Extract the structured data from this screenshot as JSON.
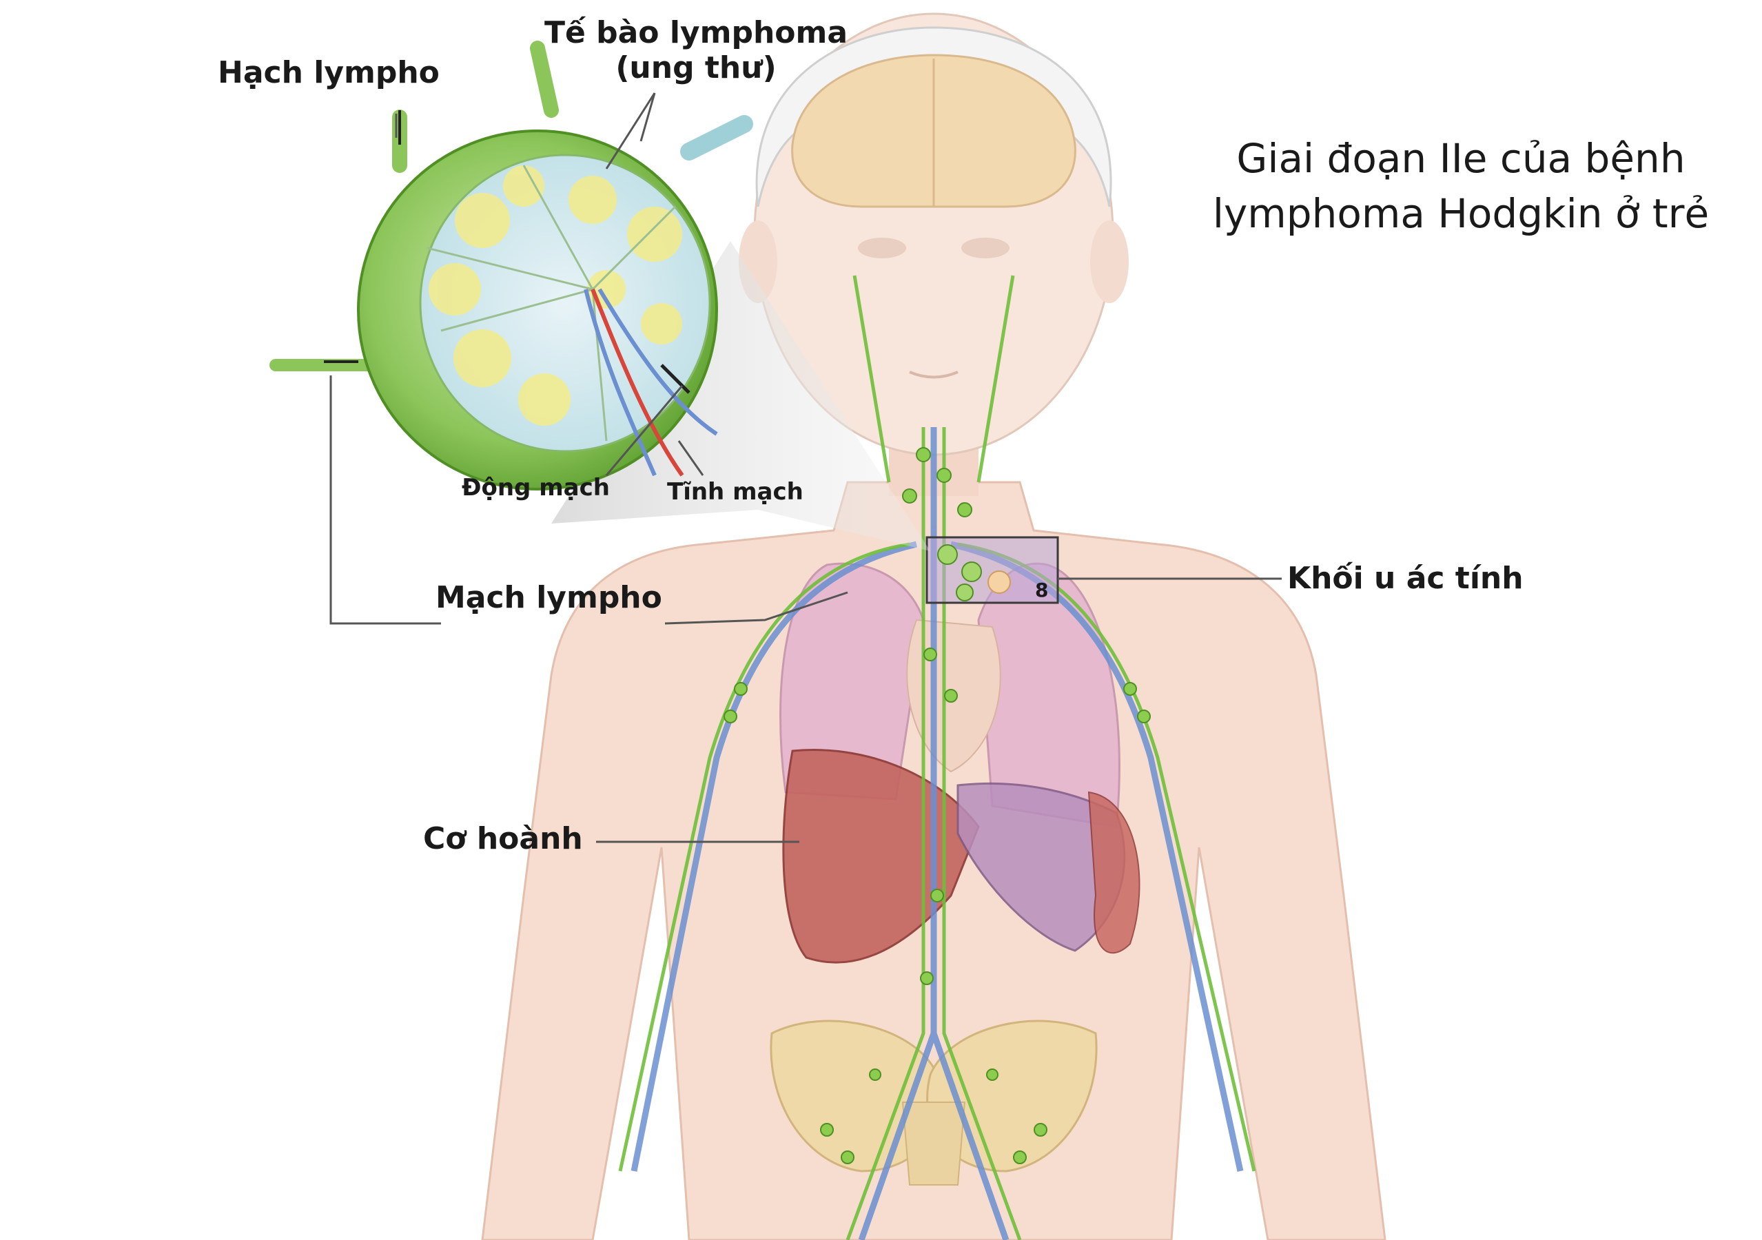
{
  "title": {
    "line1": "Giai đoạn IIe của bệnh",
    "line2": "lymphoma Hodgkin ở trẻ"
  },
  "labels": {
    "lymph_node": "Hạch lympho",
    "lymphoma_cells_line1": "Tế bào lymphoma",
    "lymphoma_cells_line2": "(ung thư)",
    "artery": "Động mạch",
    "vein": "Tĩnh mạch",
    "malignant_tumor": "Khối u ác tính",
    "lymph_vessel": "Mạch lympho",
    "diaphragm": "Cơ hoành",
    "tumor_box_marker": "8"
  },
  "colors": {
    "skin": "#f6ddd0",
    "lymph_green": "#6fbf3a",
    "vein_blue": "#6b8fd0",
    "artery_red": "#d8453a",
    "lung_pink": "#e6b6cf",
    "liver_red": "#b9504a",
    "bone": "#efd9a8",
    "brain": "#f2d9b0",
    "leader_line": "#555555"
  }
}
